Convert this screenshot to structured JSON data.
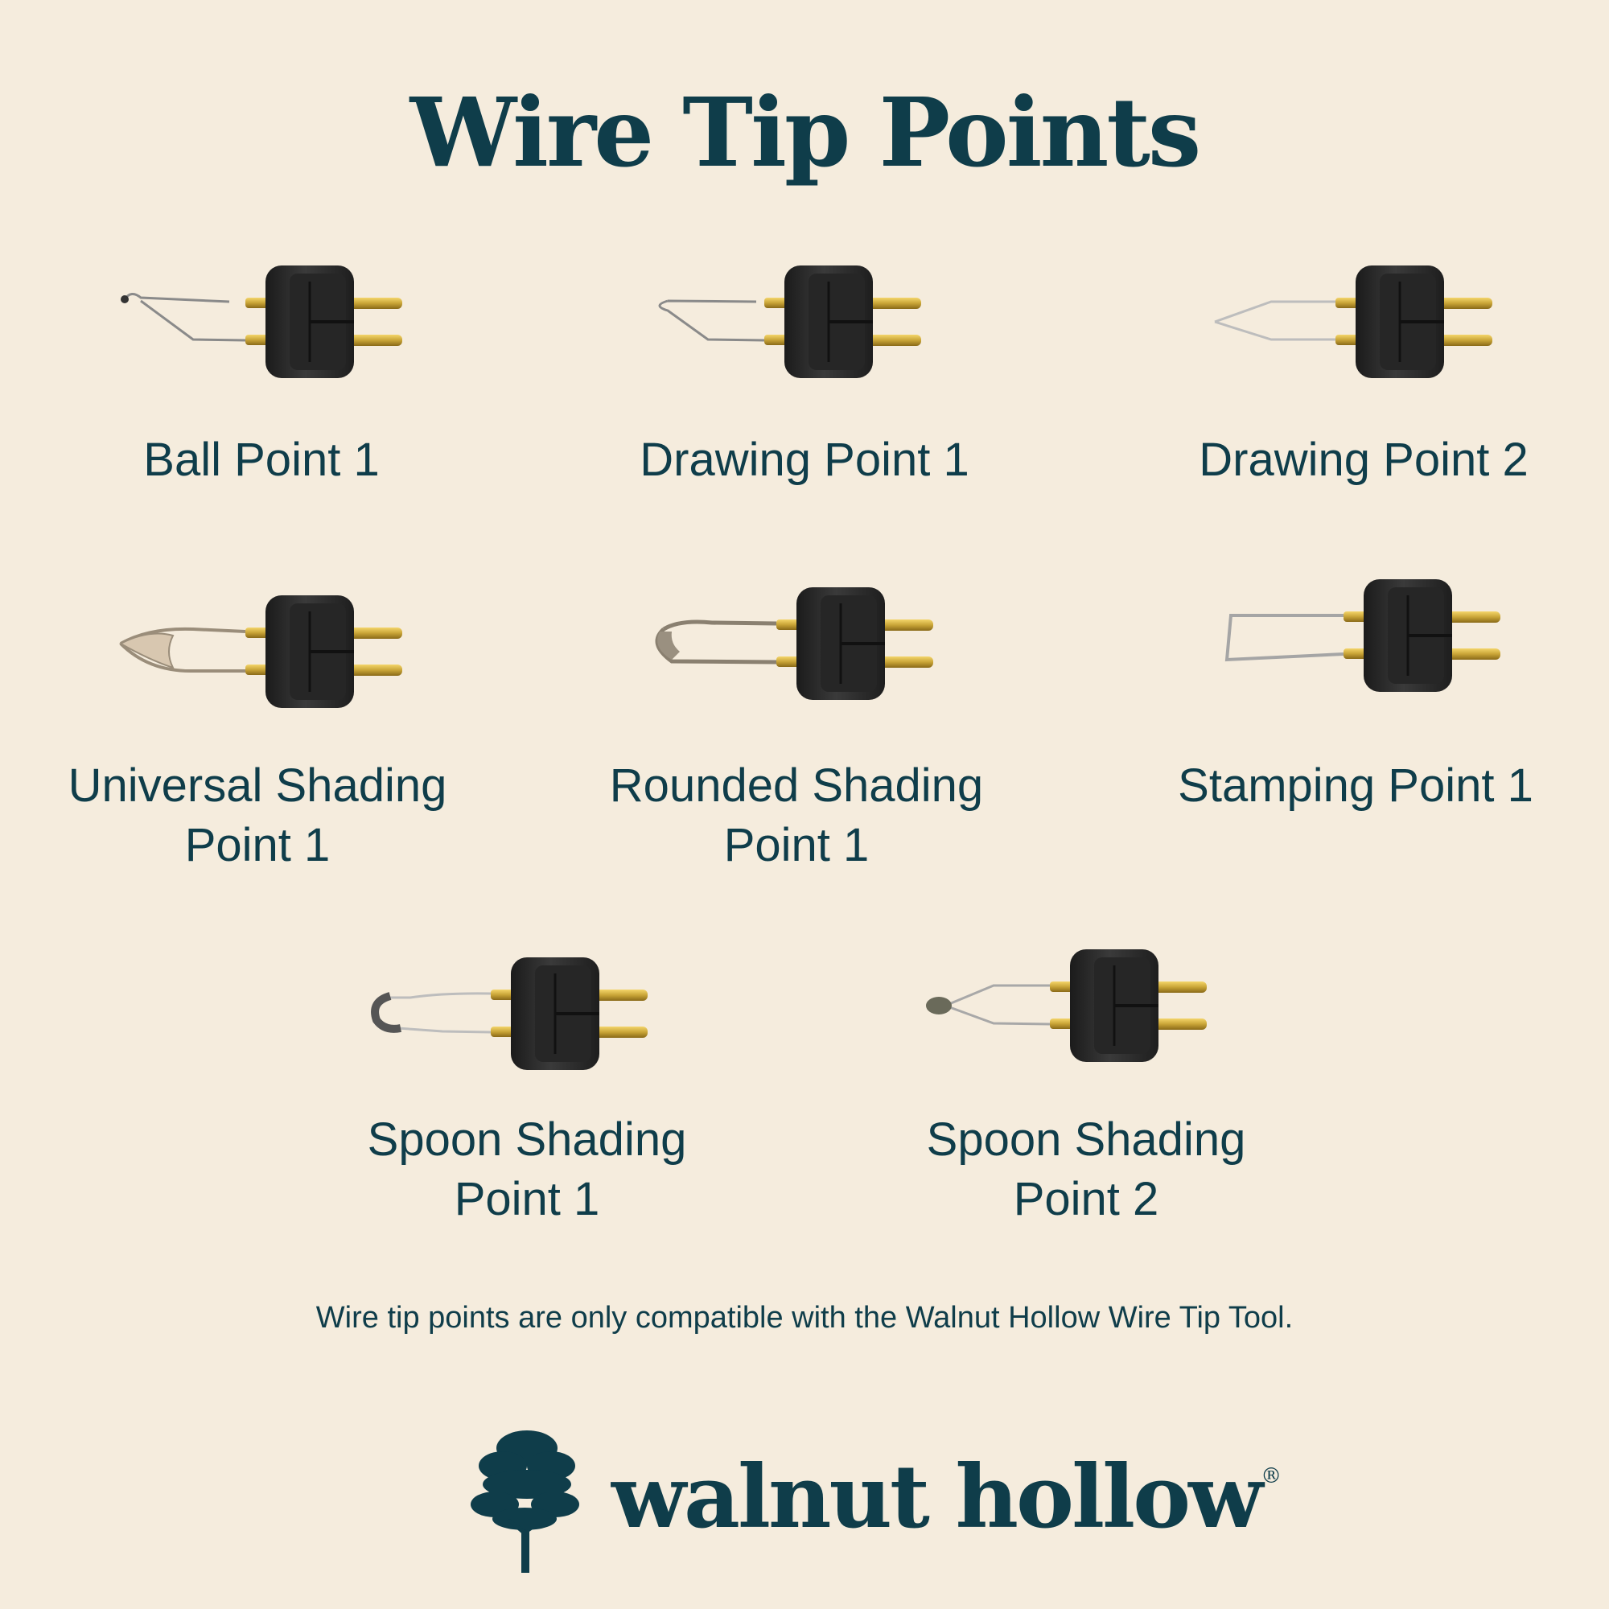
{
  "title": "Wire Tip Points",
  "tips": [
    {
      "line1": "Ball Point 1",
      "line2": "",
      "icon": "ball-point-tip-icon"
    },
    {
      "line1": "Drawing Point 1",
      "line2": "",
      "icon": "drawing-point-tip-icon"
    },
    {
      "line1": "Drawing Point 2",
      "line2": "",
      "icon": "drawing-point-tip-icon"
    },
    {
      "line1": "Universal Shading",
      "line2": "Point 1",
      "icon": "shading-point-tip-icon"
    },
    {
      "line1": "Rounded Shading",
      "line2": "Point 1",
      "icon": "shading-point-tip-icon"
    },
    {
      "line1": "Stamping Point 1",
      "line2": "",
      "icon": "stamping-point-tip-icon"
    },
    {
      "line1": "Spoon Shading",
      "line2": "Point 1",
      "icon": "spoon-shading-tip-icon"
    },
    {
      "line1": "Spoon Shading",
      "line2": "Point 2",
      "icon": "spoon-shading-tip-icon"
    }
  ],
  "note": "Wire tip points are only compatible with the Walnut Hollow Wire Tip Tool.",
  "brand": {
    "name": "walnut hollow",
    "registered": "®",
    "logo_icon": "tree-logo-icon"
  },
  "colors": {
    "background": "#f5ecdd",
    "text": "#0f3d4a",
    "plug": "#2a2a2a",
    "brass": "#c9a437",
    "wire": "#8a8a8a"
  }
}
